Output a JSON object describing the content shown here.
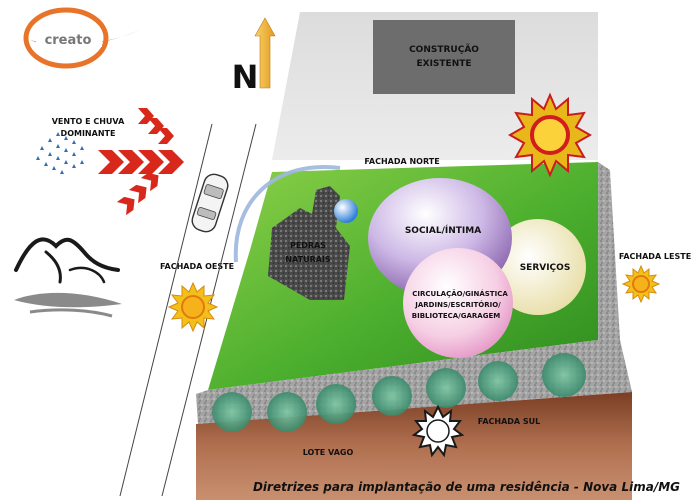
{
  "brand": {
    "logo_text": "creato"
  },
  "labels": {
    "north": "N",
    "wind_line1": "VENTO E CHUVA",
    "wind_line2": "DOMINANTE",
    "existing_line1": "CONSTRUÇÃO",
    "existing_line2": "EXISTENTE",
    "facade_north": "FACHADA NORTE",
    "facade_west": "FACHADA OESTE",
    "facade_east": "FACHADA LESTE",
    "facade_south": "FACHADA SUL",
    "vacant_lot": "LOTE VAGO",
    "stones_line1": "PEDRAS",
    "stones_line2": "NATURAIS",
    "zone_social": "SOCIAL/ÍNTIMA",
    "zone_services": "SERVIÇOS",
    "zone_circ_1": "CIRCULAÇÃO/GINÁSTICA",
    "zone_circ_2": "JARDINS/ESCRITÓRIO/",
    "zone_circ_3": "BIBLIOTECA/GARAGEM"
  },
  "caption": "Diretrizes para implantação de uma residência - Nova Lima/MG",
  "colors": {
    "lawn": "#4caf2e",
    "lawn_light": "#8fd14a",
    "paving": "#9a9a9a",
    "soil": "#9a5a3a",
    "existing_building": "#6d6d6d",
    "wind_arrows": "#d8281c",
    "sun": "#e8b81a",
    "social_zone": "#7a4fa0",
    "services_zone": "#efe6b4",
    "circulation_zone": "#f0b4d6",
    "logo": "#e8742a"
  }
}
